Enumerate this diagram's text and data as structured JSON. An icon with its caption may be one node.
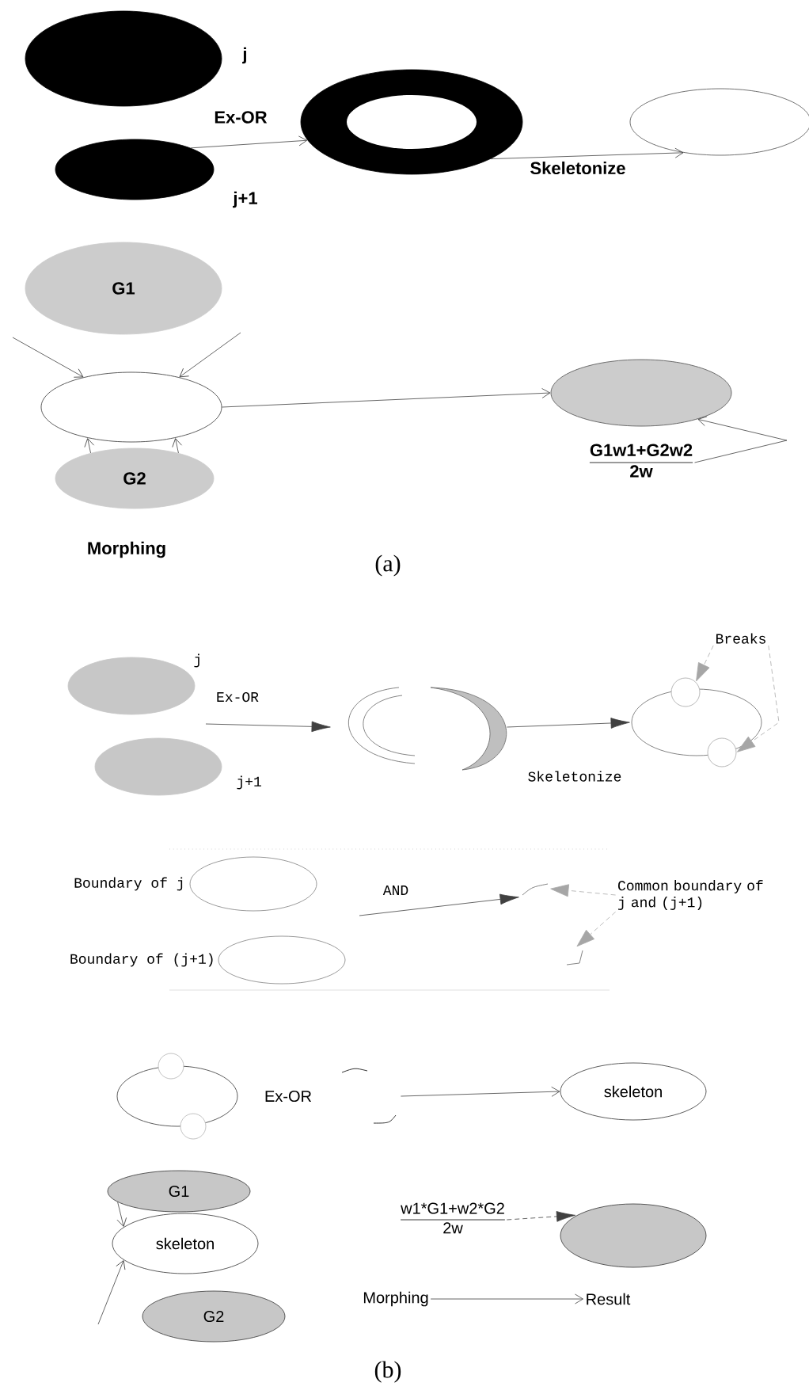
{
  "diagram": {
    "nodes": [
      {
        "text": [],
        "shape": "ellipse",
        "beside": [
          "j"
        ]
      },
      {
        "text": [],
        "shape": "ellipse",
        "beside": [
          "j+1"
        ]
      },
      {
        "text": [],
        "shape": "ring"
      },
      {
        "text": [],
        "shape": "ellipse"
      },
      {
        "text": [
          "G1"
        ]
      },
      {
        "text": [],
        "shape": "ellipse"
      },
      {
        "text": [
          "G2"
        ]
      },
      {
        "text": [],
        "shape": "ellipse"
      },
      {
        "text": [
          "G1w1+G2w2",
          "2w"
        ]
      },
      {
        "text": [],
        "shape": "ellipse",
        "beside": [
          "j"
        ]
      },
      {
        "text": [],
        "shape": "ellipse",
        "beside": [
          "j+1"
        ]
      },
      {
        "text": [],
        "shape": "arc"
      },
      {
        "text": [],
        "shape": "ellipse"
      },
      {
        "text": [
          "Breaks"
        ]
      },
      {
        "text": [],
        "shape": "circle"
      },
      {
        "text": [],
        "shape": "circle"
      },
      {
        "text": [],
        "shape": "ellipse",
        "beside": [
          "Boundary of j"
        ]
      },
      {
        "text": [],
        "shape": "ellipse",
        "beside": [
          "Boundary of (j+1)"
        ]
      },
      {
        "text": [
          "Common boundary of j and (j+1)"
        ]
      },
      {
        "text": [],
        "shape": "arc"
      },
      {
        "text": [],
        "shape": "arc"
      },
      {
        "text": [],
        "shape": "ellipse"
      },
      {
        "text": [],
        "shape": "arc"
      },
      {
        "text": [
          "skeleton"
        ]
      },
      {
        "text": [
          "G1"
        ]
      },
      {
        "text": [
          "skeleton"
        ]
      },
      {
        "text": [
          "G2"
        ]
      },
      {
        "text": [
          "w1*G1+w2*G2",
          "2w"
        ]
      },
      {
        "text": [],
        "shape": "ellipse"
      },
      {
        "text": [
          "Morphing"
        ]
      },
      {
        "text": [
          "Result"
        ]
      }
    ],
    "edges": [
      {
        "from": 1,
        "to": 2,
        "arrow": "to",
        "label": "Ex-OR"
      },
      {
        "from": 2,
        "to": 3,
        "arrow": "to",
        "label": "Skeletonize"
      },
      {
        "from": null,
        "to": 5,
        "arrow": "to"
      },
      {
        "from": null,
        "to": 5,
        "arrow": "to"
      },
      {
        "from": 6,
        "to": 5,
        "arrow": "to"
      },
      {
        "from": 6,
        "to": 5,
        "arrow": "to"
      },
      {
        "from": 5,
        "to": 7,
        "arrow": "to"
      },
      {
        "from": 8,
        "to": 7,
        "arrow": "to"
      },
      {
        "from": null,
        "to": 11,
        "arrow": "to",
        "label": "Ex-OR"
      },
      {
        "from": 11,
        "to": 12,
        "arrow": "to",
        "label": "Skeletonize"
      },
      {
        "from": 13,
        "to": 14,
        "arrow": "to",
        "style": "dashed",
        "color": "#aaaaaa"
      },
      {
        "from": 13,
        "to": 15,
        "arrow": "to",
        "style": "dashed",
        "color": "#aaaaaa"
      },
      {
        "from": null,
        "to": 19,
        "arrow": "to",
        "label": "AND"
      },
      {
        "from": 18,
        "to": 19,
        "arrow": "to",
        "style": "dashed",
        "color": "#aaaaaa"
      },
      {
        "from": 18,
        "to": 20,
        "arrow": "to",
        "style": "dashed",
        "color": "#aaaaaa"
      },
      {
        "from": 22,
        "to": 23,
        "arrow": "to"
      },
      {
        "from": 24,
        "to": 25,
        "arrow": "to"
      },
      {
        "from": null,
        "to": 25,
        "arrow": "to"
      },
      {
        "from": 27,
        "to": 28,
        "arrow": "to",
        "style": "dashed"
      },
      {
        "from": 29,
        "to": 30,
        "arrow": "to"
      }
    ],
    "labels": [
      "Morphing",
      "(a)",
      "Ex-OR",
      "(b)"
    ]
  }
}
